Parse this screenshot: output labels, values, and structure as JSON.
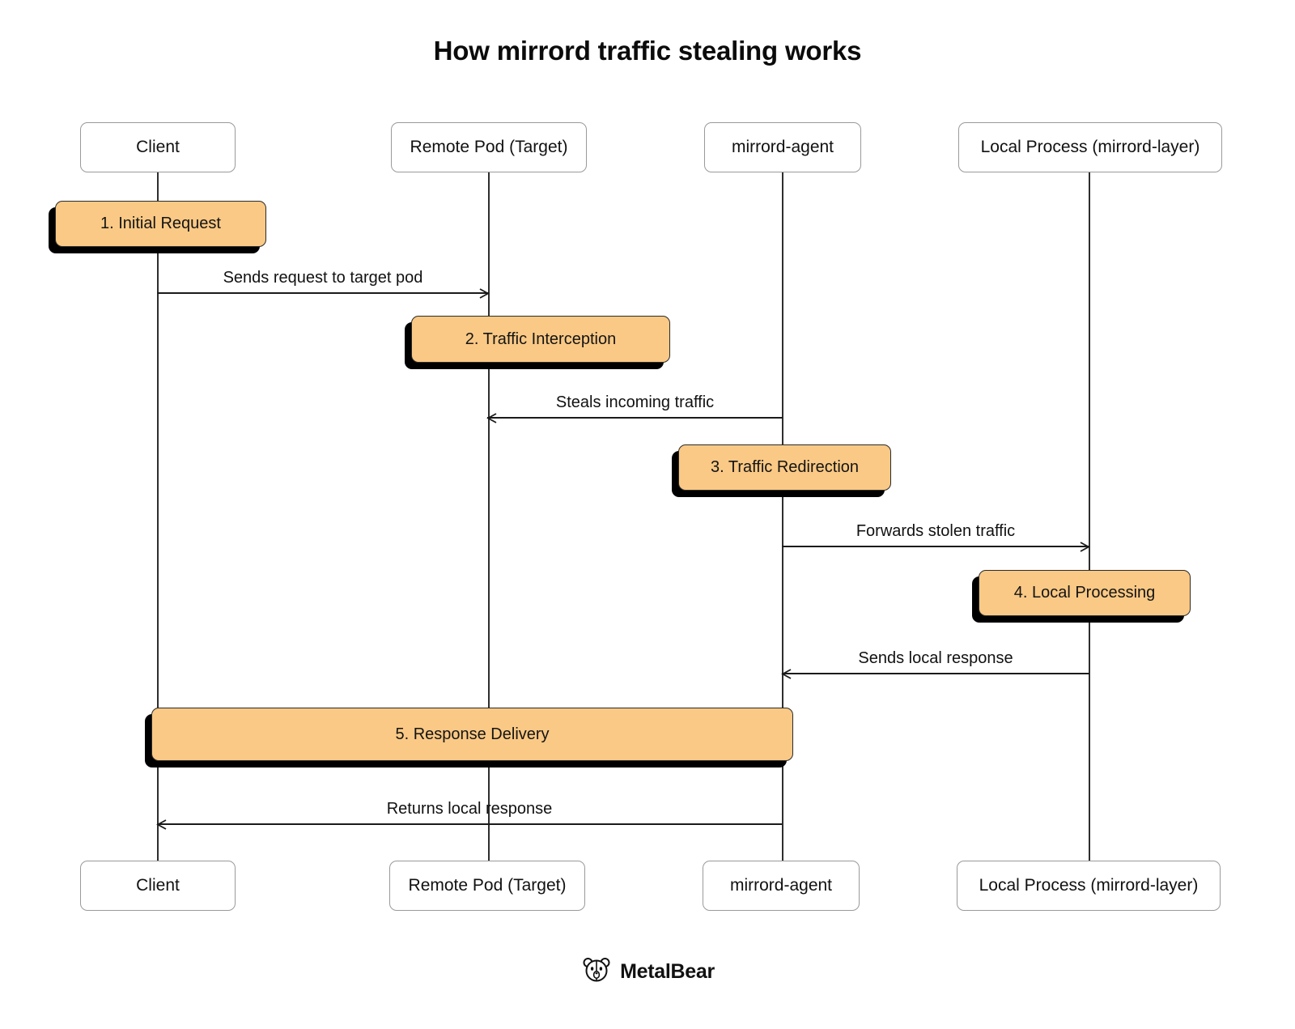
{
  "diagram": {
    "title": "How mirrord traffic stealing works",
    "type": "sequence-diagram",
    "participants": [
      {
        "id": "client",
        "label": "Client"
      },
      {
        "id": "remote-pod",
        "label": "Remote Pod (Target)"
      },
      {
        "id": "mirrord-agent",
        "label": "mirrord-agent"
      },
      {
        "id": "local-process",
        "label": "Local Process (mirrord-layer)"
      }
    ],
    "notes": [
      {
        "id": "note-1",
        "label": "1. Initial Request"
      },
      {
        "id": "note-2",
        "label": "2. Traffic Interception"
      },
      {
        "id": "note-3",
        "label": "3. Traffic Redirection"
      },
      {
        "id": "note-4",
        "label": "4. Local Processing"
      },
      {
        "id": "note-5",
        "label": "5. Response Delivery"
      }
    ],
    "messages": [
      {
        "id": "msg-1",
        "label": "Sends request to target pod",
        "from": "client",
        "to": "remote-pod",
        "direction": "right"
      },
      {
        "id": "msg-2",
        "label": "Steals incoming traffic",
        "from": "mirrord-agent",
        "to": "remote-pod",
        "direction": "left"
      },
      {
        "id": "msg-3",
        "label": "Forwards stolen traffic",
        "from": "mirrord-agent",
        "to": "local-process",
        "direction": "right"
      },
      {
        "id": "msg-4",
        "label": "Sends local response",
        "from": "local-process",
        "to": "mirrord-agent",
        "direction": "left"
      },
      {
        "id": "msg-5",
        "label": "Returns local response",
        "from": "mirrord-agent",
        "to": "client",
        "direction": "left"
      }
    ],
    "colors": {
      "note_fill": "#FAC985",
      "note_border": "#2B2B2B",
      "note_shadow": "#000000",
      "participant_border": "#9A9A9A",
      "line": "#2E2E2E",
      "text": "#111111",
      "background": "#FFFFFF"
    }
  },
  "footer": {
    "brand": "MetalBear",
    "logo_icon": "bear-head-icon"
  }
}
